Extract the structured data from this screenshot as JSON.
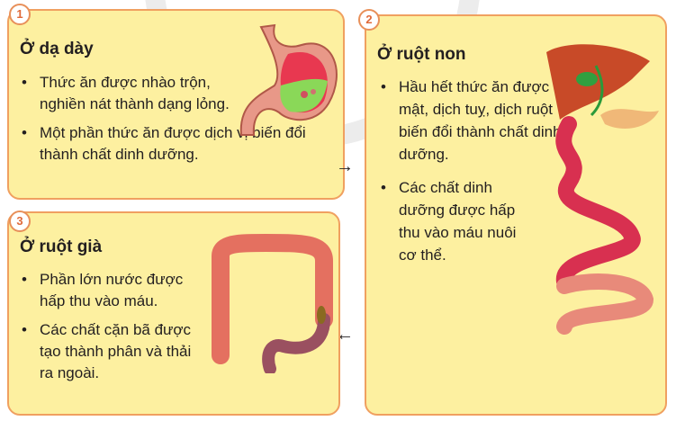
{
  "stages": [
    {
      "number": "1",
      "title": "Ở dạ dày",
      "points": [
        "Thức ăn được nhào trộn, nghiền nát thành dạng lỏng.",
        "Một phần thức ăn được dịch vị biến đổi thành chất dinh dưỡng."
      ]
    },
    {
      "number": "2",
      "title": "Ở ruột non",
      "points": [
        "Hầu hết thức ăn được mật, dịch tuỵ, dịch ruột biến đổi thành chất dinh dưỡng.",
        "Các chất dinh dưỡng được hấp thu vào máu nuôi cơ thể."
      ]
    },
    {
      "number": "3",
      "title": "Ở ruột già",
      "points": [
        "Phần lớn nước được hấp thu vào máu.",
        "Các chất cặn bã được tạo thành phân và thải ra ngoài."
      ]
    }
  ],
  "arrows": {
    "right": "→",
    "left": "←"
  }
}
